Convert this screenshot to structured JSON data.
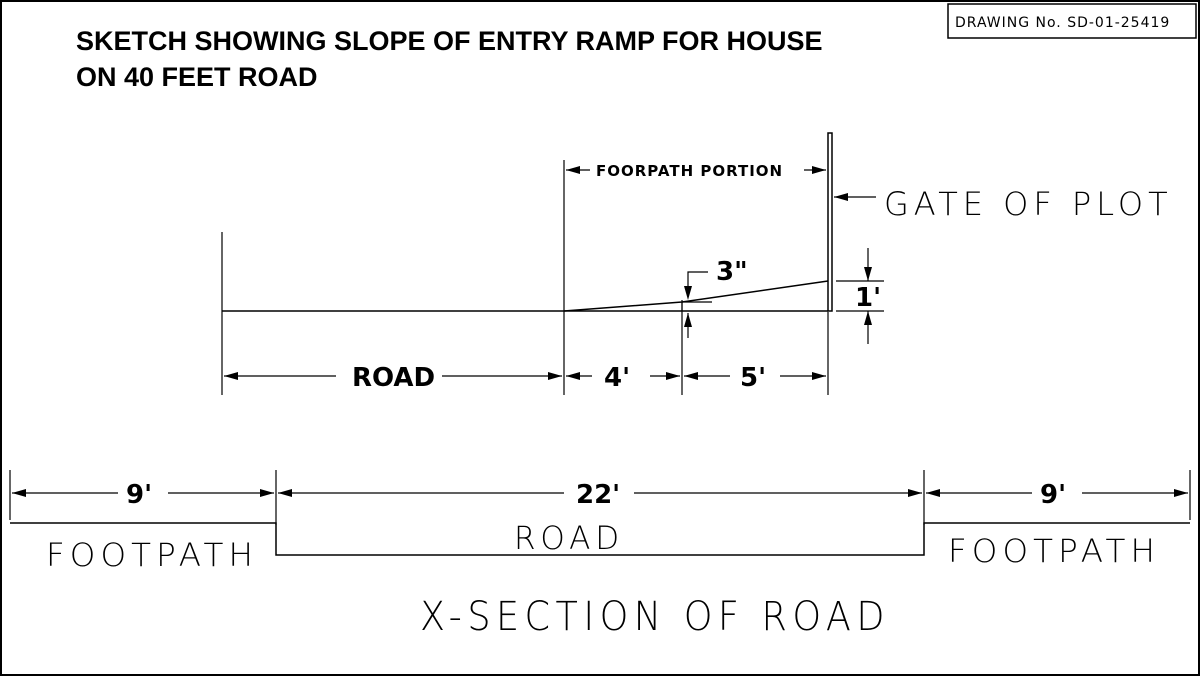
{
  "drawing_number": "DRAWING No. SD-01-25419",
  "title_line1": "SKETCH SHOWING SLOPE OF ENTRY RAMP FOR HOUSE",
  "title_line2": "ON 40 FEET ROAD",
  "ramp": {
    "footpath_portion_label": "FOORPATH PORTION",
    "gate_label": "GATE OF PLOT",
    "rise_small": "3\"",
    "rise_total": "1'",
    "road_label": "ROAD",
    "seg1_length": "4'",
    "seg2_length": "5'"
  },
  "section": {
    "left_width": "9'",
    "center_width": "22'",
    "right_width": "9'",
    "left_label": "FOOTPATH",
    "center_label": "ROAD",
    "right_label": "FOOTPATH",
    "caption": "X-SECTION OF ROAD"
  }
}
